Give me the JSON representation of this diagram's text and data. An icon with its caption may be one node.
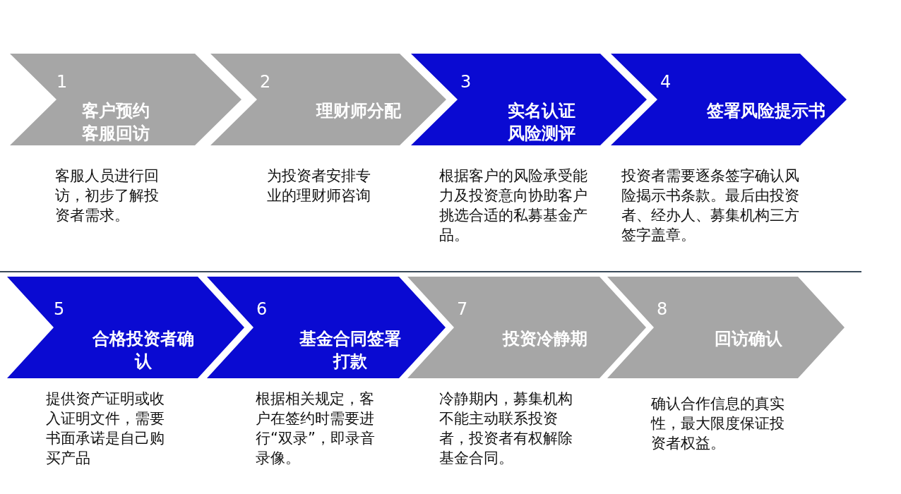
{
  "diagram": {
    "nodes": [
      {
        "text": [
          "1",
          "客户预约客服回访"
        ],
        "beside": [
          "客服人员进行回访，初步了解投资者需求。"
        ]
      },
      {
        "text": [
          "2",
          "理财师分配"
        ],
        "beside": [
          "为投资者安排专业的理财师咨询"
        ]
      },
      {
        "text": [
          "3",
          "实名认证风险测评"
        ],
        "beside": [
          "根据客户的风险承受能力及投资意向协助客户挑选合适的私募基金产品。"
        ]
      },
      {
        "text": [
          "4",
          "签署风险提示书"
        ],
        "beside": [
          "投资者需要逐条签字确认风险揭示书条款。最后由投资者、经办人、募集机构三方签字盖章。"
        ]
      },
      {
        "text": [
          "5",
          "合格投资者确认"
        ],
        "beside": [
          "提供资产证明或收入证明文件，需要书面承诺是自己购买产品"
        ]
      },
      {
        "text": [
          "6",
          "基金合同签署打款"
        ],
        "beside": [
          "根据相关规定，客户在签约时需要进行“双录”，即录音录像。"
        ]
      },
      {
        "text": [
          "7",
          "投资冷静期"
        ],
        "beside": [
          "冷静期内，募集机构不能主动联系投资者，投资者有权解除基金合同。"
        ]
      },
      {
        "text": [
          "8",
          "回访确认"
        ],
        "beside": [
          "确认合作信息的真实性，最大限度保证投资者权益。"
        ]
      }
    ],
    "edges": []
  }
}
